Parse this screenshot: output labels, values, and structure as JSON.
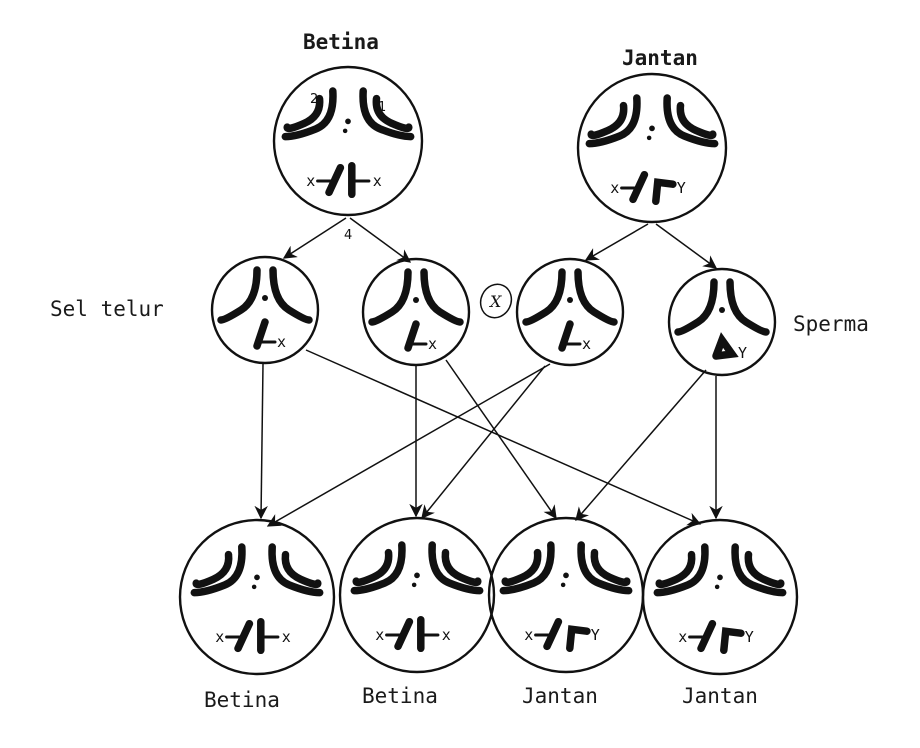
{
  "parents": [
    {
      "id": "female",
      "label": "Betina",
      "sex_chromosomes": [
        "x",
        "x"
      ],
      "numbers": [
        "2",
        "1",
        "4"
      ]
    },
    {
      "id": "male",
      "label": "Jantan",
      "sex_chromosomes": [
        "x",
        "Y"
      ]
    }
  ],
  "gametes": [
    {
      "id": "egg1",
      "chrom": "x"
    },
    {
      "id": "egg2",
      "chrom": "x"
    },
    {
      "id": "sperm1",
      "chrom": "x"
    },
    {
      "id": "sperm2",
      "chrom": "Y"
    }
  ],
  "gamete_labels": {
    "egg": "Sel telur",
    "sperm": "Sperma",
    "circled_mark": "X"
  },
  "offspring": [
    {
      "label": "Betina",
      "sex_chromosomes": [
        "x",
        "x"
      ]
    },
    {
      "label": "Betina",
      "sex_chromosomes": [
        "x",
        "x"
      ]
    },
    {
      "label": "Jantan",
      "sex_chromosomes": [
        "x",
        "Y"
      ]
    },
    {
      "label": "Jantan",
      "sex_chromosomes": [
        "x",
        "Y"
      ]
    }
  ]
}
